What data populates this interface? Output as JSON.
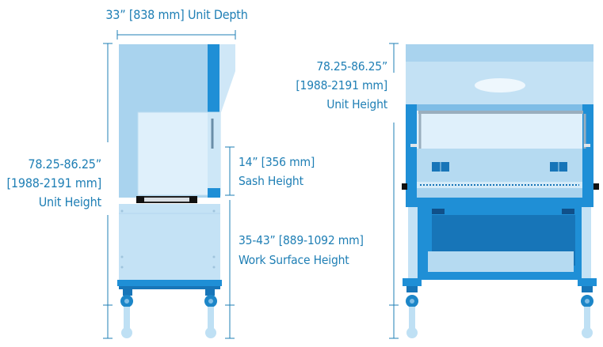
{
  "labels": {
    "unit_depth": "33” [838 mm] Unit Depth",
    "left_height": [
      "78.25-86.25”",
      "[1988-2191 mm]",
      "Unit Height"
    ],
    "sash_height": [
      "14” [356 mm]",
      "Sash Height"
    ],
    "work_surface": [
      "35-43” [889-1092 mm]",
      "Work Surface Height"
    ],
    "right_height": [
      "78.25-86.25”",
      "[1988-2191 mm]",
      "Unit Height"
    ]
  },
  "colors": {
    "label_text": "#1f7fb5",
    "dimension_line": "#1f7fb5",
    "cabinet_light": "#a9d3ee",
    "cabinet_mid": "#7fbde6",
    "cabinet_blue": "#1f8fd6",
    "cabinet_dark": "#1775b8",
    "glass": "#dff0fb",
    "stand": "#c4e2f5",
    "caster_dark": "#1c86c8",
    "caster_light": "#bfe0f4"
  }
}
